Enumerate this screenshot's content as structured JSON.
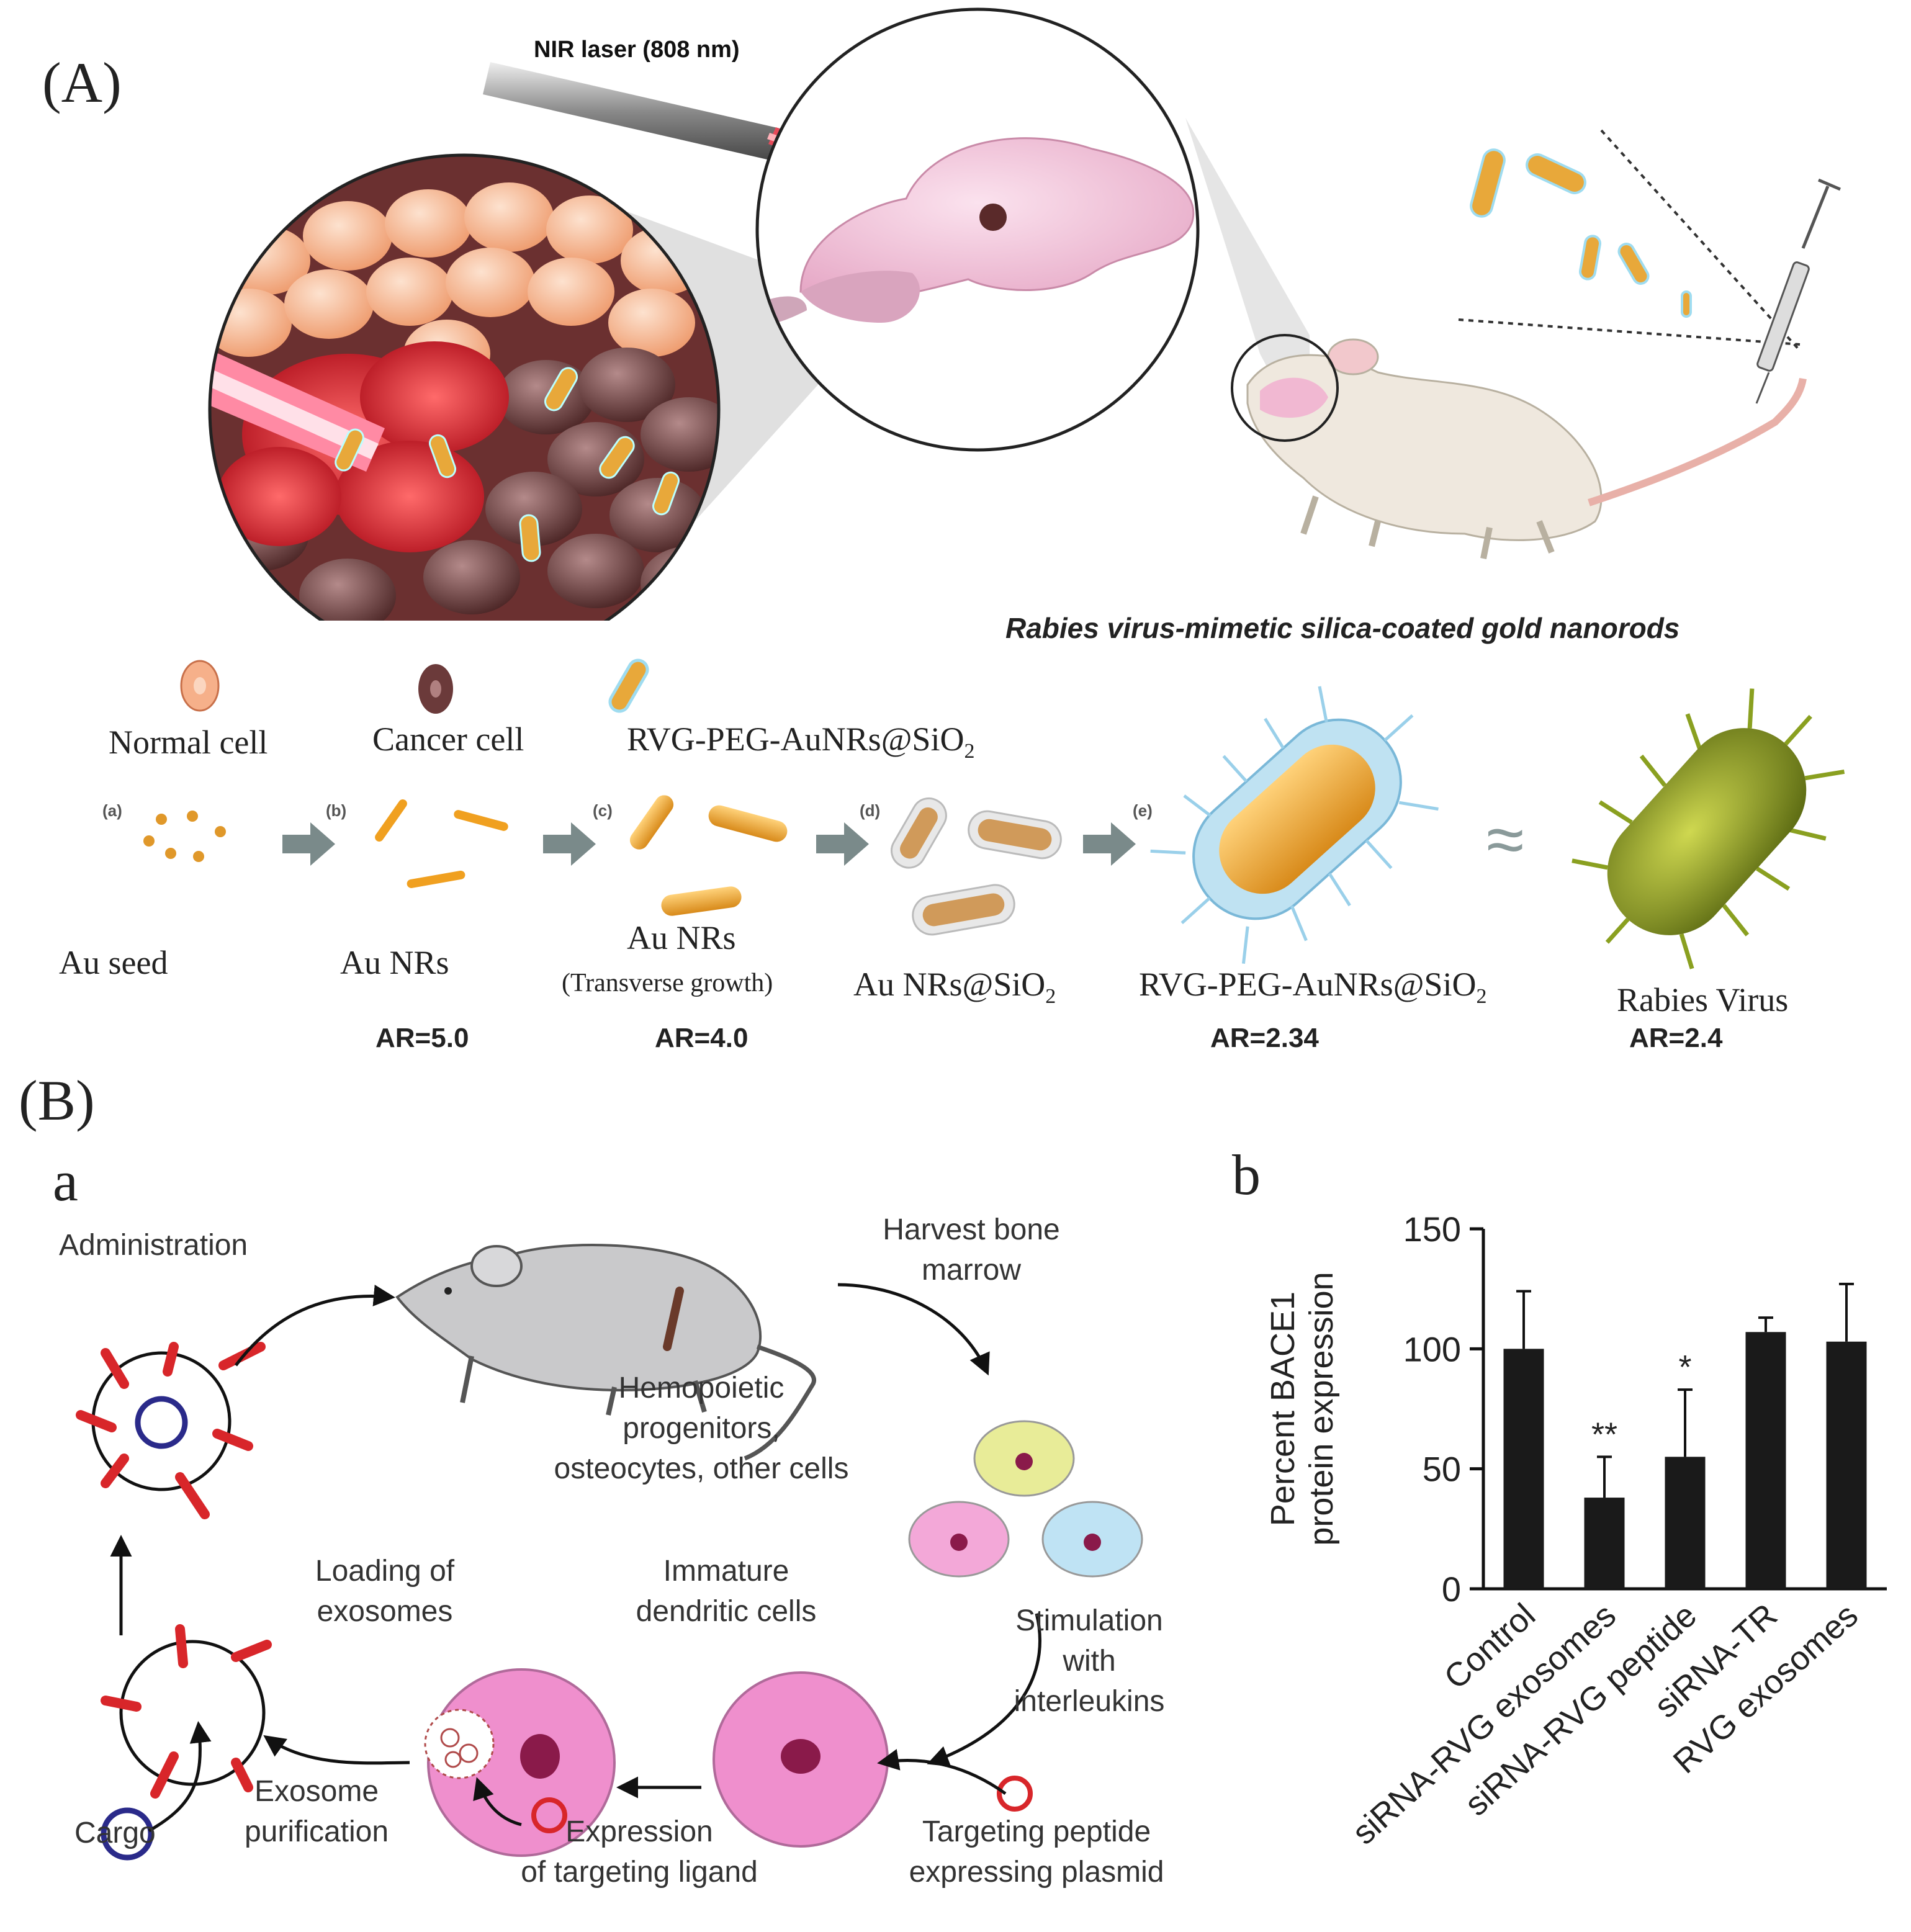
{
  "panel_a": {
    "letter": "(A)",
    "laser_label": "NIR laser (808 nm)",
    "headline": "Rabies virus-mimetic silica-coated gold nanorods",
    "legend": {
      "normal_cell": "Normal cell",
      "cancer_cell": "Cancer cell",
      "particle": "RVG-PEG-AuNRs@SiO",
      "particle_sub": "2"
    },
    "steps": [
      {
        "tag": "(a)",
        "label": "Au seed",
        "ar": ""
      },
      {
        "tag": "(b)",
        "label": "Au NRs",
        "ar": "AR=5.0"
      },
      {
        "tag": "(c)",
        "label": "Au NRs",
        "label2": "(Transverse growth)",
        "ar": "AR=4.0"
      },
      {
        "tag": "(d)",
        "label": "Au NRs@SiO",
        "sub": "2",
        "ar": ""
      },
      {
        "tag": "(e)",
        "label": "RVG-PEG-AuNRs@SiO",
        "sub": "2",
        "ar": "AR=2.34"
      },
      {
        "tag": "",
        "label": "Rabies Virus",
        "ar": "AR=2.4"
      }
    ],
    "approx_symbol": "≈"
  },
  "panel_b": {
    "letter": "(B)",
    "sub_a": "a",
    "sub_b": "b",
    "flow": {
      "administration": "Administration",
      "harvest": "Harvest bone marrow",
      "hemopoietic": [
        "Hemopoietic",
        "progenitors,",
        "osteocytes, other cells"
      ],
      "stimulation": [
        "Stimulation",
        "with",
        "interleukins"
      ],
      "immature": [
        "Immature",
        "dendritic cells"
      ],
      "loading": [
        "Loading of",
        "exosomes"
      ],
      "targeting": [
        "Targeting peptide",
        "expressing plasmid"
      ],
      "expression": [
        "Expression",
        "of targeting ligand"
      ],
      "purification": [
        "Exosome",
        "purification"
      ],
      "cargo": "Cargo"
    }
  },
  "chart_data": {
    "type": "bar",
    "title": "",
    "ylabel": "Percent BACE1 protein expression",
    "ylabel_lines": [
      "Percent BACE1",
      "protein expression"
    ],
    "xlabel": "",
    "ylim": [
      0,
      150
    ],
    "yticks": [
      0,
      50,
      100,
      150
    ],
    "categories": [
      "Control",
      "siRNA-RVG exosomes",
      "siRNA-RVG peptide",
      "siRNA-TR",
      "RVG exosomes"
    ],
    "values": [
      100,
      38,
      55,
      107,
      103
    ],
    "errors": [
      24,
      17,
      28,
      6,
      24
    ],
    "annotations": [
      "",
      "**",
      "*",
      "",
      ""
    ],
    "bar_color": "#1a1a1a",
    "grid": false
  },
  "colors": {
    "normal_cell": "#f6b08a",
    "cancer_cell": "#6b3a3a",
    "gold": "#e8a83a",
    "laser": "#e0323a",
    "pink_cell": "#e990c8",
    "exosome_marker": "#d8262a",
    "cargo": "#2a2a8a"
  }
}
